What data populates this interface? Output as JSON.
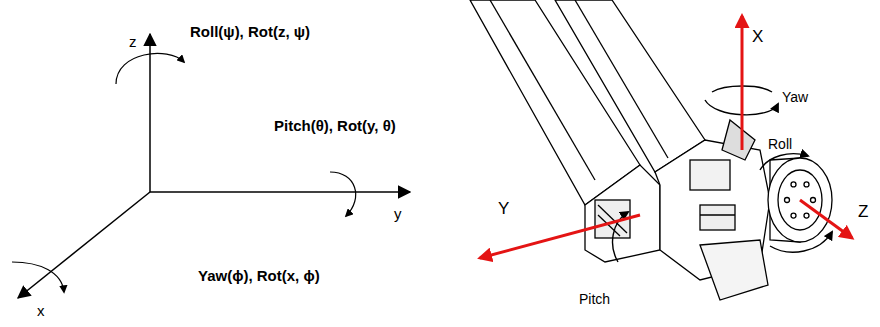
{
  "diagram": {
    "labels": [
      "z",
      "Roll(ψ), Rot(z, ψ)",
      "Pitch(θ), Rot(y, θ)",
      "y",
      "Yaw(ϕ), Rot(x, ϕ)",
      "x",
      "X",
      "Yaw",
      "Y",
      "Pitch",
      "Roll",
      "Z"
    ]
  }
}
